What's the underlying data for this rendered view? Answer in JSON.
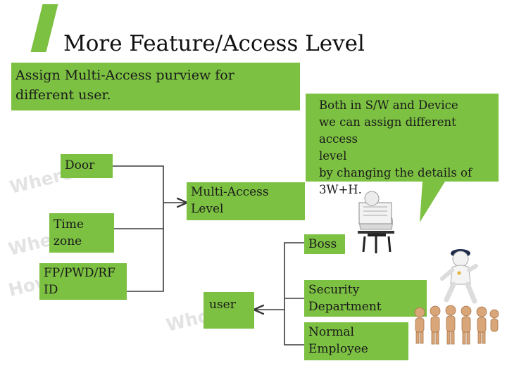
{
  "title": "More Feature/Access Level",
  "assign_box": "Assign Multi-Access purview for different user.",
  "callout_lines": [
    "Both in S/W and Device",
    "we can assign different access",
    "level",
    "by changing the details of",
    "3W+H."
  ],
  "ghost_words": {
    "where": "Where",
    "when": "When",
    "how": "How",
    "who": "Who"
  },
  "nodes": {
    "door": "Door",
    "time_zone": "Time zone",
    "fp": "FP/PWD/RF ID",
    "multi_access": "Multi-Access Level",
    "user": "user",
    "boss": "Boss",
    "security": "Security Department",
    "normal": "Normal Employee"
  },
  "colors": {
    "accent_green": "#7cc142",
    "line": "#3a3a3a",
    "ghost": "#e3e3e3"
  },
  "icons": [
    "reading-man-icon",
    "security-guard-icon",
    "employee-group-icon"
  ]
}
